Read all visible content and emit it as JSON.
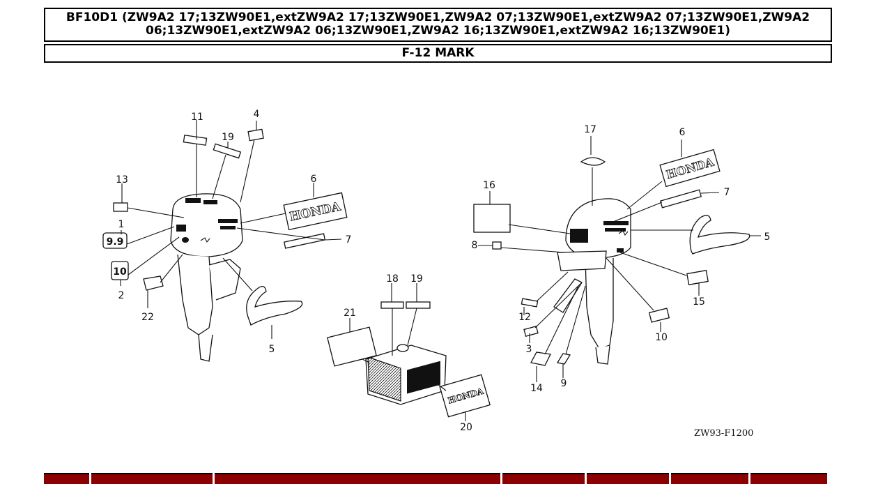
{
  "header": {
    "title": "BF10D1 (ZW9A2 17;13ZW90E1,extZW9A2 17;13ZW90E1,ZW9A2 07;13ZW90E1,extZW9A2 07;13ZW90E1,ZW9A2 06;13ZW90E1,extZW9A2 06;13ZW90E1,ZW9A2 16;13ZW90E1,extZW9A2 16;13ZW90E1)",
    "subtitle": "F-12 MARK"
  },
  "diagram": {
    "reference_code": "ZW93-F1200",
    "logo_text": "HONDA",
    "badge_text_1": "9.9",
    "badge_text_2": "10",
    "callouts": [
      "11",
      "4",
      "19",
      "13",
      "6",
      "1",
      "7",
      "2",
      "22",
      "5",
      "18",
      "19",
      "21",
      "20",
      "17",
      "6",
      "16",
      "7",
      "8",
      "5",
      "12",
      "15",
      "3",
      "10",
      "14",
      "9"
    ]
  },
  "colors": {
    "table_header": "#8b0000",
    "line": "#111111"
  }
}
